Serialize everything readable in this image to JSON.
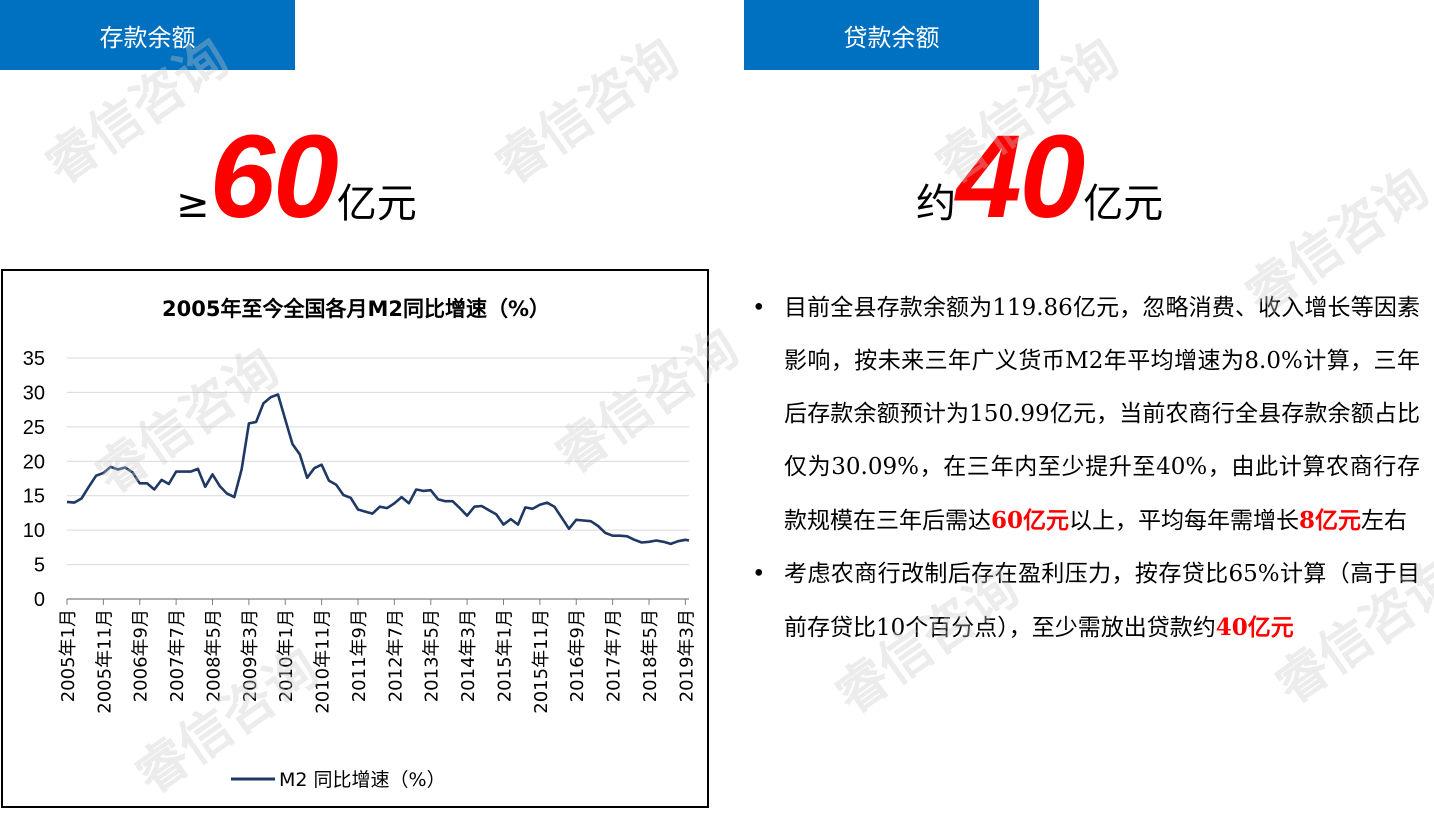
{
  "left_tab": {
    "label": "存款余额"
  },
  "right_tab": {
    "label": "贷款余额"
  },
  "left_stat": {
    "prefix": "≥",
    "value": "60",
    "unit": "亿元"
  },
  "right_stat": {
    "prefix": "约",
    "value": "40",
    "unit": "亿元"
  },
  "watermark": {
    "text": "睿信咨询"
  },
  "bullets": [
    {
      "parts": [
        {
          "text": "目前全县存款余额为119.86亿元，忽略消费、收入增长等因素影响，按未来三年广义货币M2年平均增速为8.0%计算，三年后存款余额预计为150.99亿元，当前农商行全县存款余额占比仅为30.09%，在三年内至少提升至40%，由此计算农商行存款规模在三年后需达",
          "highlight": false
        },
        {
          "text": "60亿元",
          "highlight": true
        },
        {
          "text": "以上，平均每年需增长",
          "highlight": false
        },
        {
          "text": "8亿元",
          "highlight": true
        },
        {
          "text": "左右",
          "highlight": false
        }
      ]
    },
    {
      "parts": [
        {
          "text": "考虑农商行改制后存在盈利压力，按存贷比65%计算（高于目前存贷比10个百分点），至少需放出贷款约",
          "highlight": false
        },
        {
          "text": "40亿元",
          "highlight": true
        }
      ]
    }
  ],
  "colors": {
    "tab_bg": "#0070c0",
    "highlight": "#ff0000",
    "line": "#1f3864"
  },
  "chart_data": {
    "type": "line",
    "title": "2005年至今全国各月M2同比增速（%）",
    "ylim": [
      0,
      35
    ],
    "yticks": [
      "0",
      "5",
      "10",
      "15",
      "20",
      "25",
      "30",
      "35"
    ],
    "xtick_labels": [
      "2005年1月",
      "2005年11月",
      "2006年9月",
      "2007年7月",
      "2008年5月",
      "2009年3月",
      "2010年1月",
      "2010年11月",
      "2011年9月",
      "2012年7月",
      "2013年5月",
      "2014年3月",
      "2015年1月",
      "2015年11月",
      "2016年9月",
      "2017年7月",
      "2018年5月",
      "2019年3月"
    ],
    "legend": "top-bottom",
    "series": [
      {
        "name": "M2 同比增速（%）",
        "x": [
          "2005-01",
          "2005-03",
          "2005-05",
          "2005-07",
          "2005-09",
          "2005-11",
          "2006-01",
          "2006-03",
          "2006-05",
          "2006-07",
          "2006-09",
          "2006-11",
          "2007-01",
          "2007-03",
          "2007-05",
          "2007-07",
          "2007-09",
          "2007-11",
          "2008-01",
          "2008-03",
          "2008-05",
          "2008-07",
          "2008-09",
          "2008-11",
          "2009-01",
          "2009-03",
          "2009-05",
          "2009-07",
          "2009-09",
          "2009-11",
          "2010-01",
          "2010-03",
          "2010-05",
          "2010-07",
          "2010-09",
          "2010-11",
          "2011-01",
          "2011-03",
          "2011-05",
          "2011-07",
          "2011-09",
          "2011-11",
          "2012-01",
          "2012-03",
          "2012-05",
          "2012-07",
          "2012-09",
          "2012-11",
          "2013-01",
          "2013-03",
          "2013-05",
          "2013-07",
          "2013-09",
          "2013-11",
          "2014-01",
          "2014-03",
          "2014-05",
          "2014-07",
          "2014-09",
          "2014-11",
          "2015-01",
          "2015-03",
          "2015-05",
          "2015-07",
          "2015-09",
          "2015-11",
          "2016-01",
          "2016-03",
          "2016-05",
          "2016-07",
          "2016-09",
          "2016-11",
          "2017-01",
          "2017-03",
          "2017-05",
          "2017-07",
          "2017-09",
          "2017-11",
          "2018-01",
          "2018-03",
          "2018-05",
          "2018-07",
          "2018-09",
          "2018-11",
          "2019-01",
          "2019-03",
          "2019-04"
        ],
        "values": [
          14.1,
          14.0,
          14.6,
          16.3,
          17.9,
          18.3,
          19.2,
          18.8,
          19.1,
          18.4,
          16.8,
          16.8,
          15.9,
          17.3,
          16.7,
          18.5,
          18.5,
          18.5,
          18.9,
          16.3,
          18.1,
          16.4,
          15.3,
          14.8,
          18.8,
          25.5,
          25.7,
          28.4,
          29.3,
          29.7,
          26.1,
          22.5,
          21.0,
          17.6,
          19.0,
          19.5,
          17.2,
          16.6,
          15.1,
          14.7,
          13.0,
          12.7,
          12.4,
          13.4,
          13.2,
          13.9,
          14.8,
          13.9,
          15.9,
          15.7,
          15.8,
          14.5,
          14.2,
          14.2,
          13.2,
          12.1,
          13.4,
          13.5,
          12.9,
          12.3,
          10.8,
          11.6,
          10.8,
          13.3,
          13.1,
          13.7,
          14.0,
          13.4,
          11.8,
          10.2,
          11.5,
          11.4,
          11.3,
          10.6,
          9.6,
          9.2,
          9.2,
          9.1,
          8.6,
          8.2,
          8.3,
          8.5,
          8.3,
          8.0,
          8.4,
          8.6,
          8.5
        ]
      }
    ]
  }
}
